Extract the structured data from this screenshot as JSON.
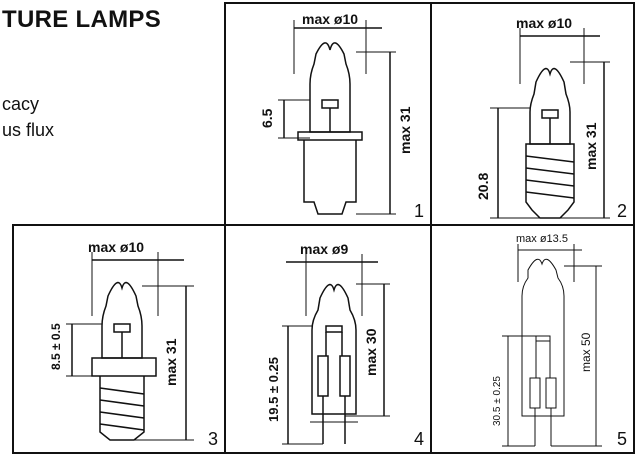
{
  "header": {
    "title": "TURE LAMPS",
    "fragment1": "cacy",
    "fragment2": "us flux"
  },
  "panels": [
    {
      "number": "1",
      "dim_width": "max ø10",
      "dim_height": "max 31",
      "dim_extra": "6.5"
    },
    {
      "number": "2",
      "dim_width": "max ø10",
      "dim_height": "max 31",
      "dim_extra": "20.8"
    },
    {
      "number": "3",
      "dim_width": "max ø10",
      "dim_height": "max 31",
      "dim_extra": "8.5 ± 0.5"
    },
    {
      "number": "4",
      "dim_width": "max ø9",
      "dim_height": "max 30",
      "dim_extra": "19.5 ± 0.25"
    },
    {
      "number": "5",
      "dim_width": "max ø13.5",
      "dim_height": "max 50",
      "dim_extra": "30.5 ± 0.25"
    }
  ]
}
